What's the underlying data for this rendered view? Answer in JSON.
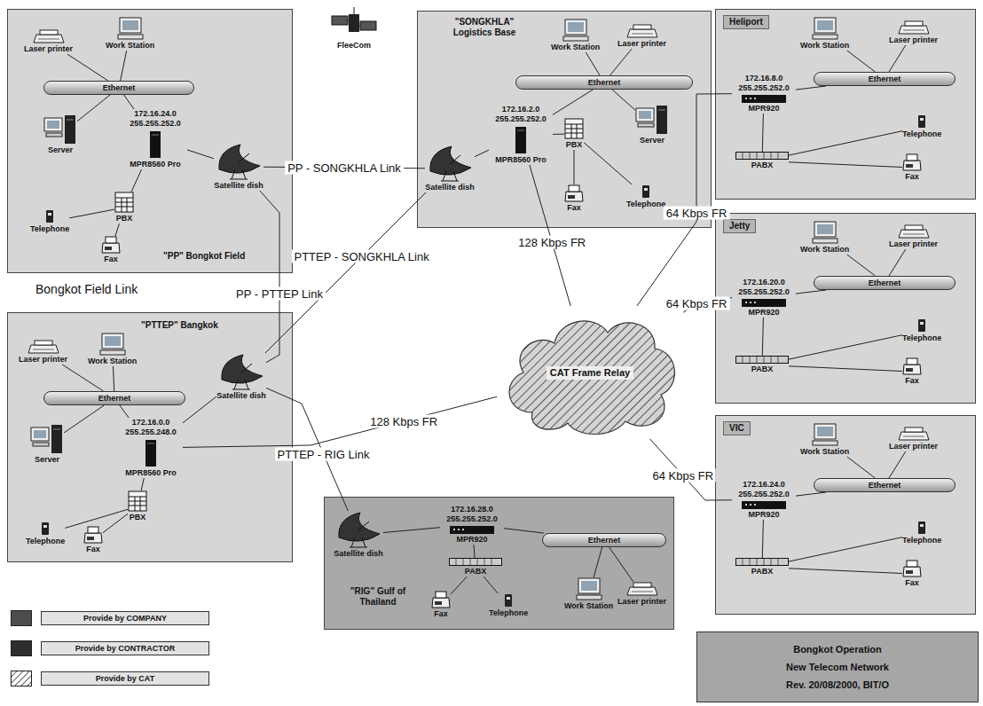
{
  "diagram": {
    "nodes": [
      {
        "text": [
          "\"PP\" Bongkot Field"
        ]
      },
      {
        "text": [
          "Laser printer"
        ],
        "in": 0
      },
      {
        "text": [
          "Work Station"
        ],
        "in": 0
      },
      {
        "text": [
          "Ethernet"
        ],
        "in": 0
      },
      {
        "text": [
          "Server"
        ],
        "in": 0
      },
      {
        "text": [
          "172.16.24.0 255.255.252.0",
          "MPR8560 Pro"
        ],
        "in": 0
      },
      {
        "text": [
          "Satellite dish"
        ],
        "in": 0
      },
      {
        "text": [
          "PBX"
        ],
        "in": 0
      },
      {
        "text": [
          "Telephone"
        ],
        "in": 0
      },
      {
        "text": [
          "Fax"
        ],
        "in": 0
      },
      {
        "text": [
          "FleeCom"
        ]
      },
      {
        "text": [
          "\"SONGKHLA\" Logistics Base"
        ]
      },
      {
        "text": [
          "Work Station"
        ],
        "in": 11
      },
      {
        "text": [
          "Laser printer"
        ],
        "in": 11
      },
      {
        "text": [
          "Ethernet"
        ],
        "in": 11
      },
      {
        "text": [
          "172.16.2.0 255.255.252.0",
          "MPR8560 Pro"
        ],
        "in": 11
      },
      {
        "text": [
          "Server"
        ],
        "in": 11
      },
      {
        "text": [
          "Satellite dish"
        ],
        "in": 11
      },
      {
        "text": [
          "PBX"
        ],
        "in": 11
      },
      {
        "text": [
          "Fax"
        ],
        "in": 11
      },
      {
        "text": [
          "Telephone"
        ],
        "in": 11
      },
      {
        "text": [
          "Heliport"
        ]
      },
      {
        "text": [
          "Work Station"
        ],
        "in": 21
      },
      {
        "text": [
          "Laser printer"
        ],
        "in": 21
      },
      {
        "text": [
          "Ethernet"
        ],
        "in": 21
      },
      {
        "text": [
          "172.16.8.0 255.255.252.0",
          "MPR920"
        ],
        "in": 21
      },
      {
        "text": [
          "Telephone"
        ],
        "in": 21
      },
      {
        "text": [
          "PABX"
        ],
        "in": 21
      },
      {
        "text": [
          "Fax"
        ],
        "in": 21
      },
      {
        "text": [
          "Jetty"
        ]
      },
      {
        "text": [
          "Work Station"
        ],
        "in": 29
      },
      {
        "text": [
          "Laser printer"
        ],
        "in": 29
      },
      {
        "text": [
          "Ethernet"
        ],
        "in": 29
      },
      {
        "text": [
          "172.16.20.0 255.255.252.0",
          "MPR920"
        ],
        "in": 29
      },
      {
        "text": [
          "Telephone"
        ],
        "in": 29
      },
      {
        "text": [
          "PABX"
        ],
        "in": 29
      },
      {
        "text": [
          "Fax"
        ],
        "in": 29
      },
      {
        "text": [
          "\"PTTEP\" Bangkok"
        ]
      },
      {
        "text": [
          "Laser printer"
        ],
        "in": 37
      },
      {
        "text": [
          "Work Station"
        ],
        "in": 37
      },
      {
        "text": [
          "Ethernet"
        ],
        "in": 37
      },
      {
        "text": [
          "Server"
        ],
        "in": 37
      },
      {
        "text": [
          "172.16.0.0 255.255.248.0",
          "MPR8560 Pro"
        ],
        "in": 37
      },
      {
        "text": [
          "Satellite dish"
        ],
        "in": 37
      },
      {
        "text": [
          "PBX"
        ],
        "in": 37
      },
      {
        "text": [
          "Telephone"
        ],
        "in": 37
      },
      {
        "text": [
          "Fax"
        ],
        "in": 37
      },
      {
        "text": [
          "CAT Frame Relay"
        ]
      },
      {
        "text": [
          "VIC"
        ]
      },
      {
        "text": [
          "Work Station"
        ],
        "in": 48
      },
      {
        "text": [
          "Laser printer"
        ],
        "in": 48
      },
      {
        "text": [
          "Ethernet"
        ],
        "in": 48
      },
      {
        "text": [
          "172.16.24.0 255.255.252.0",
          "MPR920"
        ],
        "in": 48
      },
      {
        "text": [
          "Telephone"
        ],
        "in": 48
      },
      {
        "text": [
          "PABX"
        ],
        "in": 48
      },
      {
        "text": [
          "Fax"
        ],
        "in": 48
      },
      {
        "text": [
          "\"RIG\" Gulf of Thailand"
        ]
      },
      {
        "text": [
          "Satellite dish"
        ],
        "in": 56
      },
      {
        "text": [
          "172.16.28.0 255.255.252.0",
          "MPR920"
        ],
        "in": 56
      },
      {
        "text": [
          "PABX"
        ],
        "in": 56
      },
      {
        "text": [
          "Ethernet"
        ],
        "in": 56
      },
      {
        "text": [
          "Fax"
        ],
        "in": 56
      },
      {
        "text": [
          "Telephone"
        ],
        "in": 56
      },
      {
        "text": [
          "Work Station"
        ],
        "in": 56
      },
      {
        "text": [
          "Laser printer"
        ],
        "in": 56
      },
      {
        "text": [
          "Bongkot Operation",
          "New Telecom Network",
          "Rev. 20/08/2000, BIT/O"
        ]
      }
    ],
    "edges": [
      {
        "from": 1,
        "to": 3,
        "arrow": "none"
      },
      {
        "from": 2,
        "to": 3,
        "arrow": "none"
      },
      {
        "from": 4,
        "to": 3,
        "arrow": "none"
      },
      {
        "from": 5,
        "to": 3,
        "arrow": "none"
      },
      {
        "from": 5,
        "to": 6,
        "arrow": "none"
      },
      {
        "from": 5,
        "to": 7,
        "arrow": "none"
      },
      {
        "from": 7,
        "to": 8,
        "arrow": "none"
      },
      {
        "from": 7,
        "to": 9,
        "arrow": "none"
      },
      {
        "from": 12,
        "to": 14,
        "arrow": "none"
      },
      {
        "from": 13,
        "to": 14,
        "arrow": "none"
      },
      {
        "from": 16,
        "to": 14,
        "arrow": "none"
      },
      {
        "from": 15,
        "to": 14,
        "arrow": "none"
      },
      {
        "from": 15,
        "to": 17,
        "arrow": "none"
      },
      {
        "from": 15,
        "to": 18,
        "arrow": "none"
      },
      {
        "from": 18,
        "to": 19,
        "arrow": "none"
      },
      {
        "from": 18,
        "to": 20,
        "arrow": "none"
      },
      {
        "from": 22,
        "to": 24,
        "arrow": "none"
      },
      {
        "from": 23,
        "to": 24,
        "arrow": "none"
      },
      {
        "from": 25,
        "to": 24,
        "arrow": "none"
      },
      {
        "from": 25,
        "to": 27,
        "arrow": "none"
      },
      {
        "from": 27,
        "to": 26,
        "arrow": "none"
      },
      {
        "from": 27,
        "to": 28,
        "arrow": "none"
      },
      {
        "from": 30,
        "to": 32,
        "arrow": "none"
      },
      {
        "from": 31,
        "to": 32,
        "arrow": "none"
      },
      {
        "from": 33,
        "to": 32,
        "arrow": "none"
      },
      {
        "from": 33,
        "to": 35,
        "arrow": "none"
      },
      {
        "from": 35,
        "to": 34,
        "arrow": "none"
      },
      {
        "from": 35,
        "to": 36,
        "arrow": "none"
      },
      {
        "from": 38,
        "to": 40,
        "arrow": "none"
      },
      {
        "from": 39,
        "to": 40,
        "arrow": "none"
      },
      {
        "from": 41,
        "to": 40,
        "arrow": "none"
      },
      {
        "from": 42,
        "to": 40,
        "arrow": "none"
      },
      {
        "from": 42,
        "to": 43,
        "arrow": "none"
      },
      {
        "from": 42,
        "to": 44,
        "arrow": "none"
      },
      {
        "from": 44,
        "to": 45,
        "arrow": "none"
      },
      {
        "from": 44,
        "to": 46,
        "arrow": "none"
      },
      {
        "from": 49,
        "to": 51,
        "arrow": "none"
      },
      {
        "from": 50,
        "to": 51,
        "arrow": "none"
      },
      {
        "from": 52,
        "to": 51,
        "arrow": "none"
      },
      {
        "from": 52,
        "to": 54,
        "arrow": "none"
      },
      {
        "from": 54,
        "to": 53,
        "arrow": "none"
      },
      {
        "from": 54,
        "to": 55,
        "arrow": "none"
      },
      {
        "from": 57,
        "to": 58,
        "arrow": "none"
      },
      {
        "from": 58,
        "to": 60,
        "arrow": "none"
      },
      {
        "from": 58,
        "to": 59,
        "arrow": "none"
      },
      {
        "from": 59,
        "to": 61,
        "arrow": "none"
      },
      {
        "from": 59,
        "to": 62,
        "arrow": "none"
      },
      {
        "from": 63,
        "to": 60,
        "arrow": "none"
      },
      {
        "from": 64,
        "to": 60,
        "arrow": "none"
      },
      {
        "from": 6,
        "to": 17,
        "label": "PP - SONGKHLA Link",
        "arrow": "none"
      },
      {
        "from": 6,
        "to": 43,
        "label": "PP - PTTEP Link",
        "arrow": "none"
      },
      {
        "from": 43,
        "to": 17,
        "label": "PTTEP - SONGKHLA Link",
        "arrow": "none"
      },
      {
        "from": 43,
        "to": 57,
        "label": "PTTEP - RIG Link",
        "arrow": "none"
      },
      {
        "from": 15,
        "to": 47,
        "label": "128 Kbps FR",
        "arrow": "none"
      },
      {
        "from": 42,
        "to": 47,
        "label": "128 Kbps FR",
        "arrow": "none"
      },
      {
        "from": 47,
        "to": 25,
        "label": "64 Kbps FR",
        "arrow": "none"
      },
      {
        "from": 47,
        "to": 33,
        "label": "64 Kbps FR",
        "arrow": "none"
      },
      {
        "from": 47,
        "to": 52,
        "label": "64 Kbps FR",
        "arrow": "none"
      }
    ],
    "labels": [
      "Bongkot Field Link"
    ],
    "legend": [
      {
        "text": "Provide by COMPANY",
        "color": "#4d4d4d"
      },
      {
        "text": "Provide by CONTRACTOR",
        "color": "#2e2e2e"
      },
      {
        "text": "Provide by CAT"
      }
    ]
  }
}
